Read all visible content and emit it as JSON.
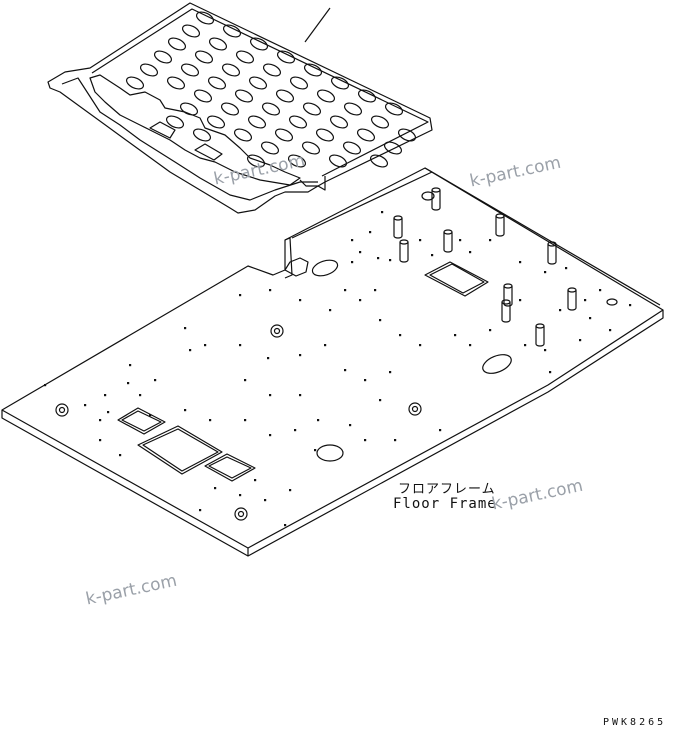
{
  "labels": {
    "part_name_jp": "フロアフレーム",
    "part_name_en": "Floor Frame",
    "drawing_code": "PWK8265"
  },
  "watermarks": [
    "k-part.com",
    "k-part.com",
    "k-part.com",
    "k-part.com"
  ],
  "colors": {
    "line": "#111111",
    "watermark": "#9aa0a8",
    "background": "#ffffff"
  }
}
